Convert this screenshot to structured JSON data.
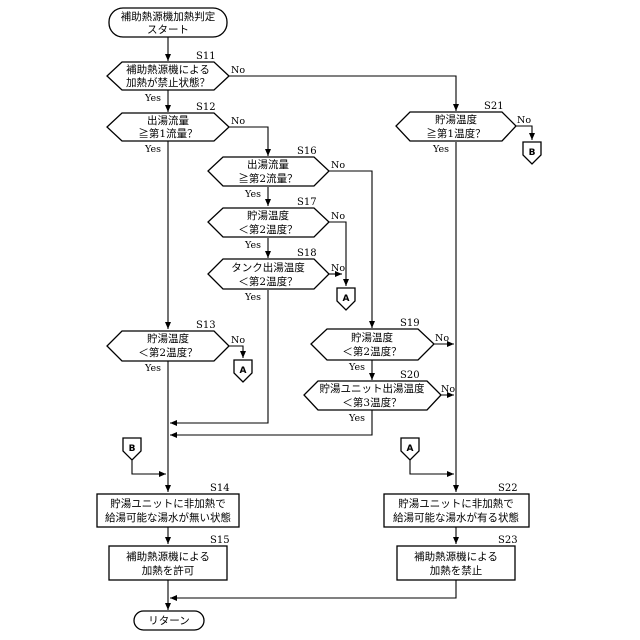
{
  "flowchart": {
    "start": [
      "補助熱源機加熱判定",
      "スタート"
    ],
    "end": "リターン",
    "yes_label": "Yes",
    "no_label": "No",
    "connector_a": "A",
    "connector_b": "B",
    "s11": {
      "step": "S11",
      "lines": [
        "補助熱源機による",
        "加熱が禁止状態？"
      ]
    },
    "s12": {
      "step": "S12",
      "lines": [
        "出湯流量",
        "≧第1流量？"
      ]
    },
    "s13": {
      "step": "S13",
      "lines": [
        "貯湯温度",
        "＜第2温度？"
      ]
    },
    "s14": {
      "step": "S14",
      "lines": [
        "貯湯ユニットに非加熱で",
        "給湯可能な湯水が無い状態"
      ]
    },
    "s15": {
      "step": "S15",
      "lines": [
        "補助熱源機による",
        "加熱を許可"
      ]
    },
    "s16": {
      "step": "S16",
      "lines": [
        "出湯流量",
        "≧第2流量？"
      ]
    },
    "s17": {
      "step": "S17",
      "lines": [
        "貯湯温度",
        "＜第2温度？"
      ]
    },
    "s18": {
      "step": "S18",
      "lines": [
        "タンク出湯温度",
        "＜第2温度？"
      ]
    },
    "s19": {
      "step": "S19",
      "lines": [
        "貯湯温度",
        "＜第2温度？"
      ]
    },
    "s20": {
      "step": "S20",
      "lines": [
        "貯湯ユニット出湯温度",
        "＜第3温度？"
      ]
    },
    "s21": {
      "step": "S21",
      "lines": [
        "貯湯温度",
        "≧第1温度？"
      ]
    },
    "s22": {
      "step": "S22",
      "lines": [
        "貯湯ユニットに非加熱で",
        "給湯可能な湯水が有る状態"
      ]
    },
    "s23": {
      "step": "S23",
      "lines": [
        "補助熱源機による",
        "加熱を禁止"
      ]
    }
  }
}
